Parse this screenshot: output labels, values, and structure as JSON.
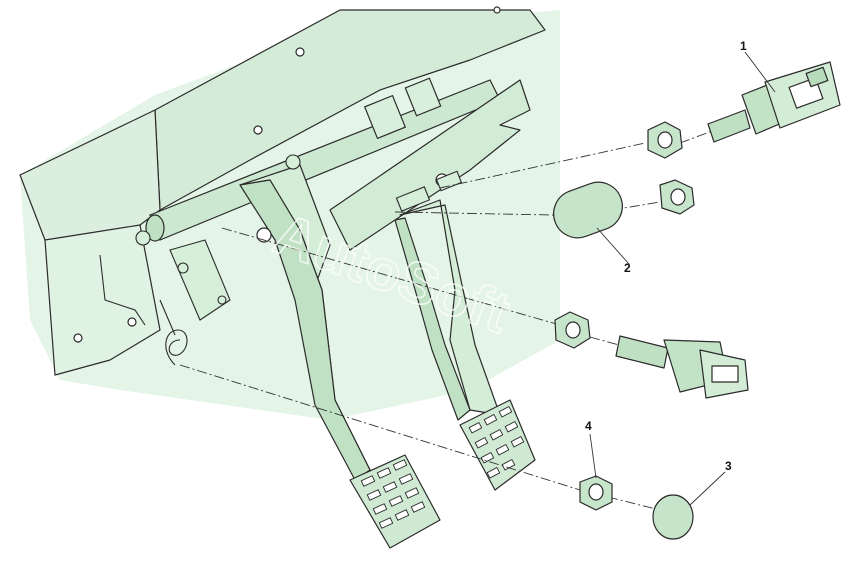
{
  "diagram": {
    "watermark": "AutoSoft",
    "callouts": [
      {
        "id": "1",
        "label": "1"
      },
      {
        "id": "2",
        "label": "2"
      },
      {
        "id": "3",
        "label": "3"
      },
      {
        "id": "4",
        "label": "4"
      }
    ],
    "colors": {
      "part_fill": "#d6efd9",
      "part_fill_dark": "#b7dcbc",
      "panel_fill": "#e2f3e4",
      "outline": "#2b2b2b",
      "leader": "#333333"
    }
  }
}
